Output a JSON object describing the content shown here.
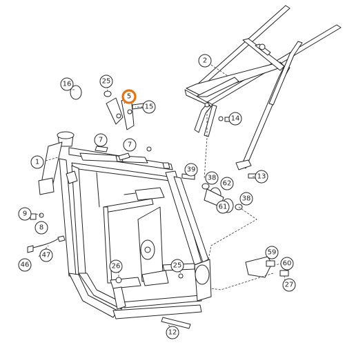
{
  "diagram": {
    "highlight_color": "#e8730c",
    "line_color": "#222222",
    "callouts": [
      {
        "id": "c1",
        "label": "1"
      },
      {
        "id": "c2",
        "label": "2"
      },
      {
        "id": "c5",
        "label": "5",
        "highlighted": true
      },
      {
        "id": "c7a",
        "label": "7"
      },
      {
        "id": "c7b",
        "label": "7"
      },
      {
        "id": "c8",
        "label": "8"
      },
      {
        "id": "c9",
        "label": "9"
      },
      {
        "id": "c12",
        "label": "12"
      },
      {
        "id": "c13",
        "label": "13"
      },
      {
        "id": "c14",
        "label": "14"
      },
      {
        "id": "c15",
        "label": "15"
      },
      {
        "id": "c16",
        "label": "16"
      },
      {
        "id": "c25a",
        "label": "25"
      },
      {
        "id": "c25b",
        "label": "25"
      },
      {
        "id": "c26",
        "label": "26"
      },
      {
        "id": "c27",
        "label": "27"
      },
      {
        "id": "c38a",
        "label": "38"
      },
      {
        "id": "c38b",
        "label": "38"
      },
      {
        "id": "c39",
        "label": "39"
      },
      {
        "id": "c46",
        "label": "46"
      },
      {
        "id": "c47",
        "label": "47"
      },
      {
        "id": "c59",
        "label": "59"
      },
      {
        "id": "c60",
        "label": "60"
      },
      {
        "id": "c61",
        "label": "61"
      },
      {
        "id": "c62",
        "label": "62"
      }
    ]
  }
}
